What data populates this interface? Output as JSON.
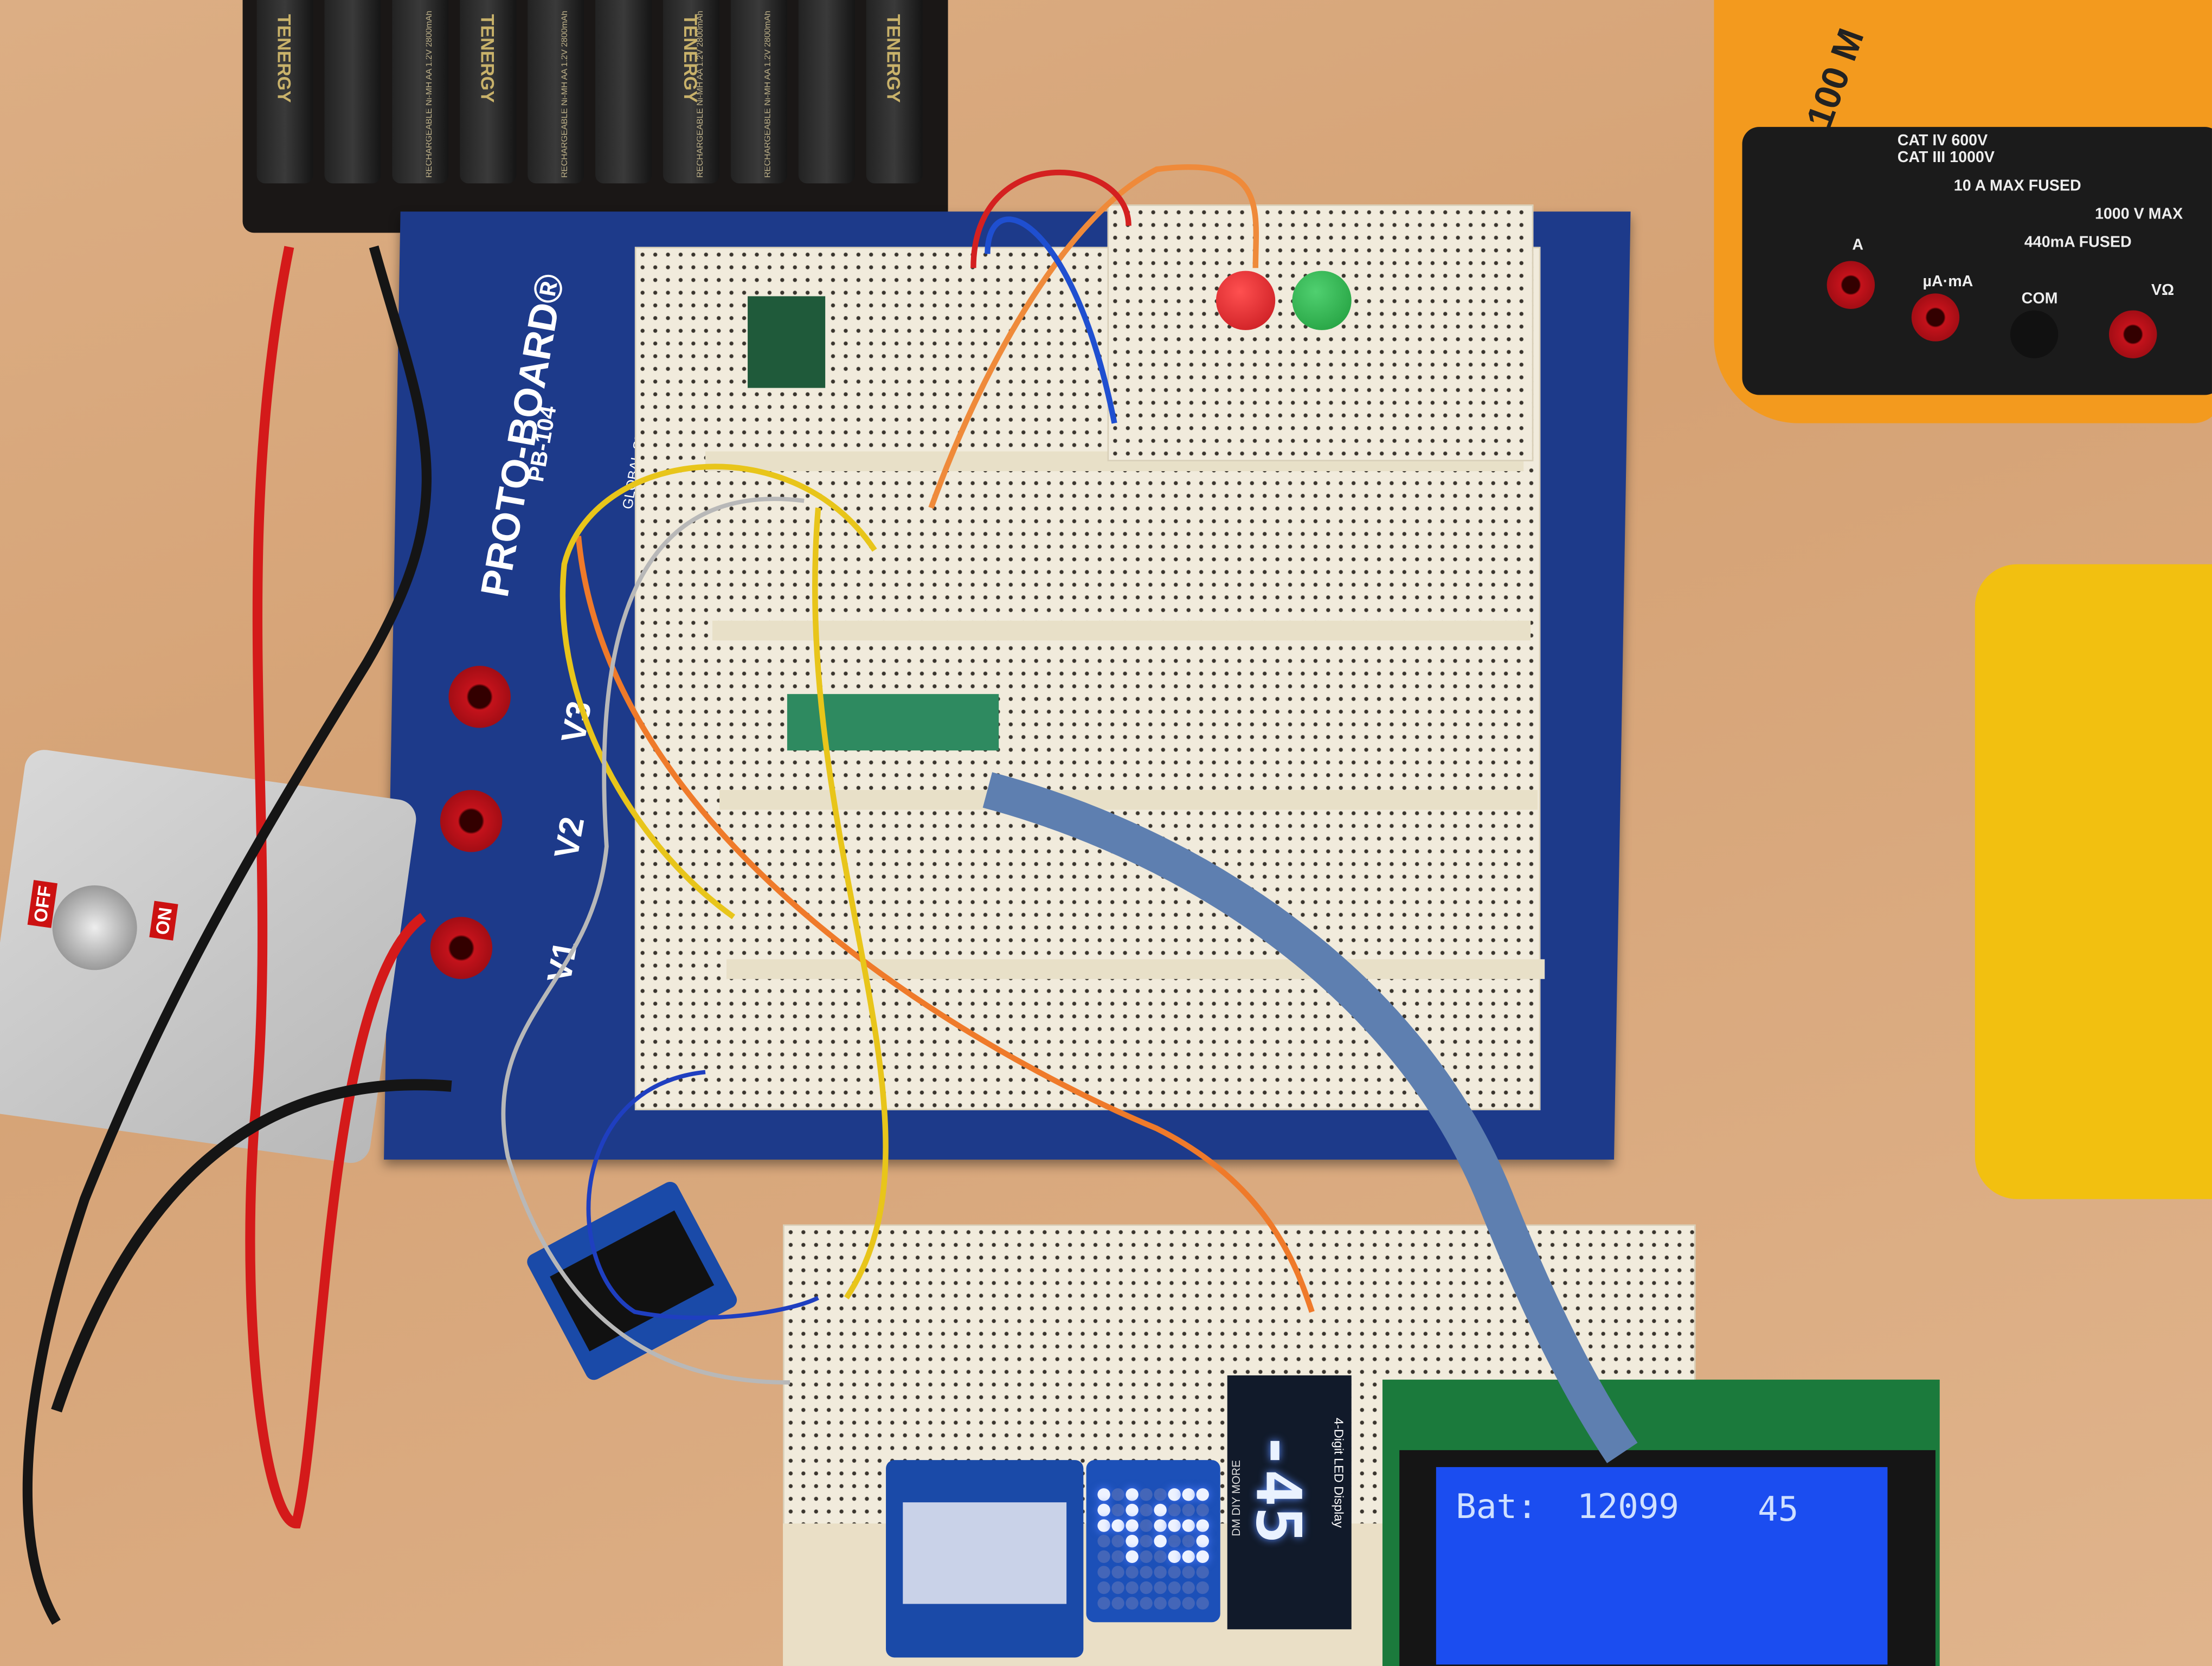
{
  "battery_pack": {
    "brand": "TENERGY",
    "cell_text": "RECHARGEABLE Ni-MH AA 1.2V 2800mAh",
    "cells": 10
  },
  "protoboard": {
    "title": "PROTO-BOARD®",
    "model": "PB-104",
    "brand": "GLOBAL SPECIALTIES",
    "terminals": [
      "V1",
      "V2",
      "V3"
    ]
  },
  "switch_box": {
    "off_label": "OFF",
    "on_label": "ON"
  },
  "multimeter": {
    "rating": "CAT IV 600V\nCAT III 1000V",
    "a_fuse": "10 A MAX FUSED",
    "ma_fuse": "440mA FUSED",
    "v_max": "1000 V MAX",
    "ports": [
      "A",
      "µA·mA",
      "COM",
      "VΩ"
    ],
    "top_text": "100 M"
  },
  "lcd": {
    "line1_label": "Bat:",
    "line1_value": "12099",
    "line1_right": "45",
    "backlight_color": "#1b4df0"
  },
  "led_matrix": {
    "text": "46",
    "color": "#eef3ff"
  },
  "seven_segment": {
    "text": "-45",
    "label": "4-Digit LED Display",
    "brand": "DM DIY MORE"
  },
  "push_buttons": [
    {
      "color": "#c4161c"
    },
    {
      "color": "#1e9a3a"
    }
  ],
  "colors": {
    "table": "#d5a275",
    "protoboard": "#1d3a8a",
    "breadboard": "#f1ebdc"
  }
}
